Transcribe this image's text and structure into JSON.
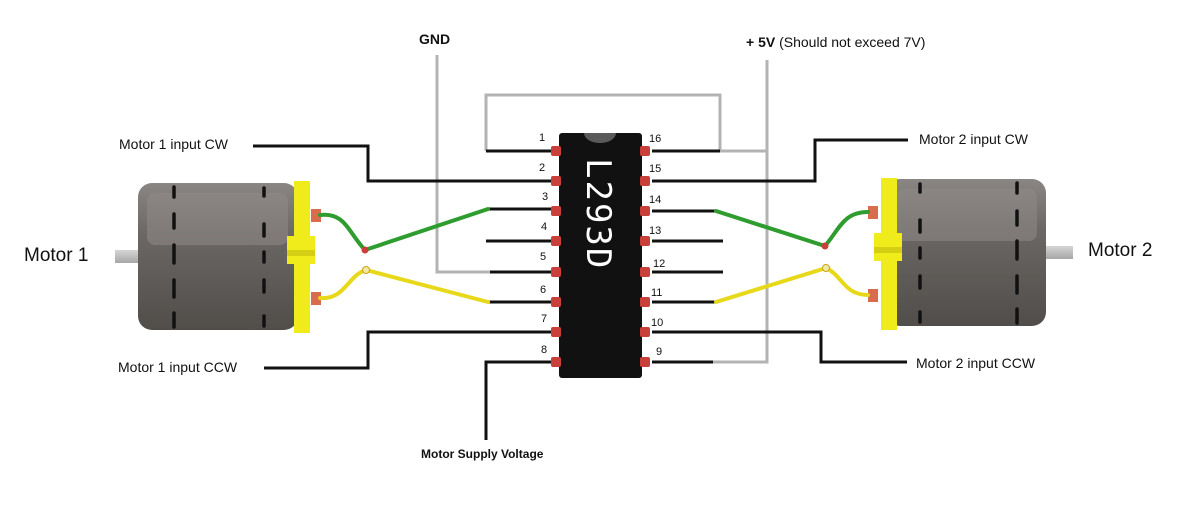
{
  "labels": {
    "gnd": "GND",
    "vcc_main": "+ 5V",
    "vcc_note": "(Should not exceed 7V)",
    "motor1": "Motor 1",
    "motor2": "Motor 2",
    "m1_cw": "Motor 1 input CW",
    "m1_ccw": "Motor 1 input CCW",
    "m2_cw": "Motor 2 input CW",
    "m2_ccw": "Motor 2 input CCW",
    "motor_supply": "Motor Supply Voltage"
  },
  "chip": {
    "marking": "L293D",
    "pins_left": [
      "1",
      "2",
      "3",
      "4",
      "5",
      "6",
      "7",
      "8"
    ],
    "pins_right": [
      "16",
      "15",
      "14",
      "13",
      "12",
      "11",
      "10",
      "9"
    ]
  },
  "colors": {
    "chip_body": "#111111",
    "pin_pad": "#c9403a",
    "signal_wire": "#111111",
    "power_wire": "#b3b3b3",
    "green_wire": "#2e9c2e",
    "yellow_wire": "#e8d81a",
    "motor_body": "#5e5a57",
    "motor_cap": "#f0ec1c"
  }
}
